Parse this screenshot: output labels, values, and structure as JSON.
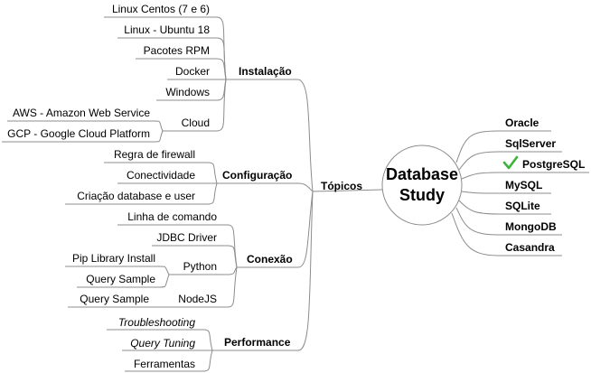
{
  "center": {
    "line1": "Database",
    "line2": "Study"
  },
  "topicos": {
    "label": "Tópicos",
    "instalacao": {
      "label": "Instalação",
      "items": [
        "Linux Centos (7 e 6)",
        "Linux - Ubuntu 18",
        "Pacotes RPM",
        "Docker",
        "Windows"
      ],
      "cloud": {
        "label": "Cloud",
        "items": [
          "AWS - Amazon Web Service",
          "GCP - Google Cloud Platform"
        ]
      }
    },
    "configuracao": {
      "label": "Configuração",
      "items": [
        "Regra de firewall",
        "Conectividade",
        "Criação database e user"
      ]
    },
    "conexao": {
      "label": "Conexão",
      "items": [
        "Linha de comando",
        "JDBC Driver"
      ],
      "python": {
        "label": "Python",
        "items": [
          "Pip Library Install",
          "Query Sample"
        ]
      },
      "nodejs": {
        "label": "NodeJS",
        "items": [
          "Query Sample"
        ]
      }
    },
    "performance": {
      "label": "Performance",
      "items": [
        "Troubleshooting",
        "Query Tuning",
        "Ferramentas"
      ]
    }
  },
  "databases": [
    "Oracle",
    "SqlServer",
    "PostgreSQL",
    "MySQL",
    "SQLite",
    "MongoDB",
    "Casandra"
  ],
  "icons": {
    "postgres_marker": "check-icon",
    "check_color": "#3cb43c"
  },
  "colors": {
    "edge": "#8c8c8c",
    "text": "#000000",
    "background": "#ffffff"
  }
}
